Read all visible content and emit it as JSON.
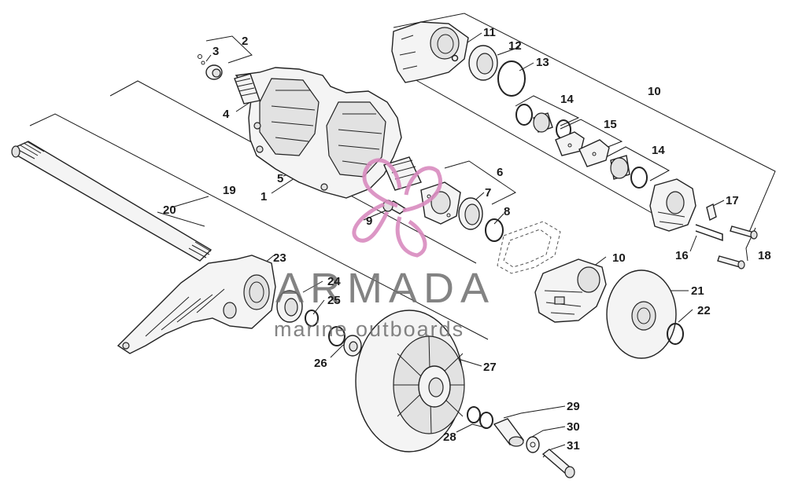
{
  "diagram": {
    "type": "exploded-parts-diagram",
    "callouts": [
      "1",
      "2",
      "3",
      "4",
      "5",
      "6",
      "7",
      "8",
      "9",
      "10",
      "10",
      "11",
      "12",
      "13",
      "14",
      "14",
      "15",
      "16",
      "17",
      "18",
      "19",
      "20",
      "21",
      "22",
      "23",
      "24",
      "25",
      "26",
      "27",
      "28",
      "29",
      "30",
      "31"
    ]
  },
  "watermark": {
    "brand": "ARMADA",
    "tagline": "marine outboards",
    "logo_color": "#d98bbf"
  }
}
